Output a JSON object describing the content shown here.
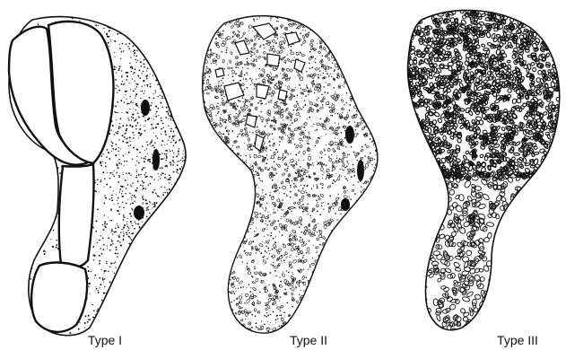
{
  "panels": [
    {
      "label": "Type I"
    },
    {
      "label": "Type II"
    },
    {
      "label": "Type III"
    }
  ],
  "colors": {
    "ink": "#111111",
    "paper": "#ffffff"
  }
}
